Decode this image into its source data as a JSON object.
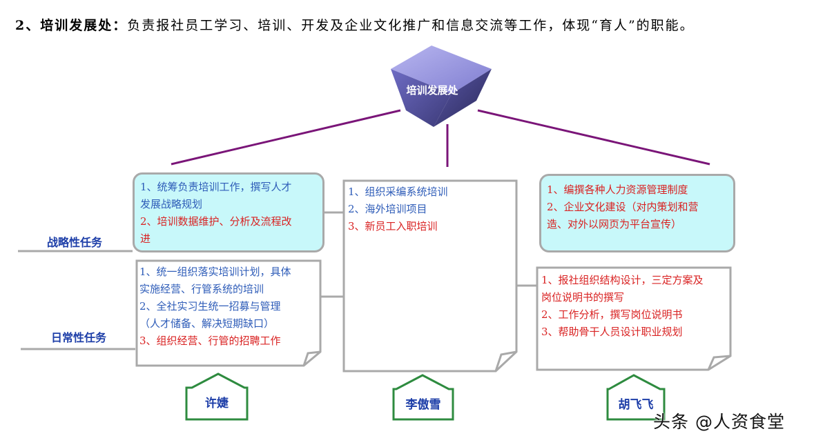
{
  "heading": {
    "prefix": "2、培训发展处：",
    "text": "负责报社员工学习、培训、开发及企业文化推广和信息交流等工作，体现“育人”的职能。"
  },
  "center": {
    "label": "培训发展处"
  },
  "side_labels": {
    "strategic": "战略性任务",
    "daily": "日常性任务"
  },
  "left": {
    "strategic": [
      {
        "text": "1、统筹负责培训工作，撰写人才",
        "color": "blue"
      },
      {
        "text": "发展战略规划",
        "color": "blue"
      },
      {
        "text": "2、培训数据维护、分析及流程改",
        "color": "red"
      },
      {
        "text": "进",
        "color": "red"
      }
    ],
    "daily": [
      {
        "text": "1、统一组织落实培训计划，具体",
        "color": "blue"
      },
      {
        "text": "实施经营、行管系统的培训",
        "color": "blue"
      },
      {
        "text": "2、全社实习生统一招募与管理",
        "color": "blue"
      },
      {
        "text": "（人才储备、解决短期缺口）",
        "color": "blue"
      },
      {
        "text": "3、组织经营、行管的招聘工作",
        "color": "red"
      }
    ],
    "person": "许婕"
  },
  "middle": {
    "items": [
      {
        "text": "1、组织采编系统培训",
        "color": "blue"
      },
      {
        "text": "2、海外培训项目",
        "color": "blue"
      },
      {
        "text": "3、新员工入职培训",
        "color": "red"
      }
    ],
    "person": "李傲雪"
  },
  "right": {
    "strategic": [
      {
        "text": "1、编撰各种人力资源管理制度",
        "color": "red"
      },
      {
        "text": "2、企业文化建设（对内策划和营",
        "color": "red"
      },
      {
        "text": "造、对外以网页为平台宣传）",
        "color": "red"
      }
    ],
    "daily": [
      {
        "text": "1、报社组织结构设计，三定方案及",
        "color": "red"
      },
      {
        "text": "岗位说明书的撰写",
        "color": "red"
      },
      {
        "text": "2、工作分析，撰写岗位说明书",
        "color": "red"
      },
      {
        "text": "3、帮助骨干人员设计职业规划",
        "color": "red"
      }
    ],
    "person": "胡飞飞"
  },
  "watermark": "头条 @人资食堂",
  "colors": {
    "connector": "#7a1578",
    "cyan_fill": "#c8f8fa",
    "box_border": "#a9a9a9",
    "arrow_green": "#2e8b3f",
    "cube": "#8a88d8"
  }
}
